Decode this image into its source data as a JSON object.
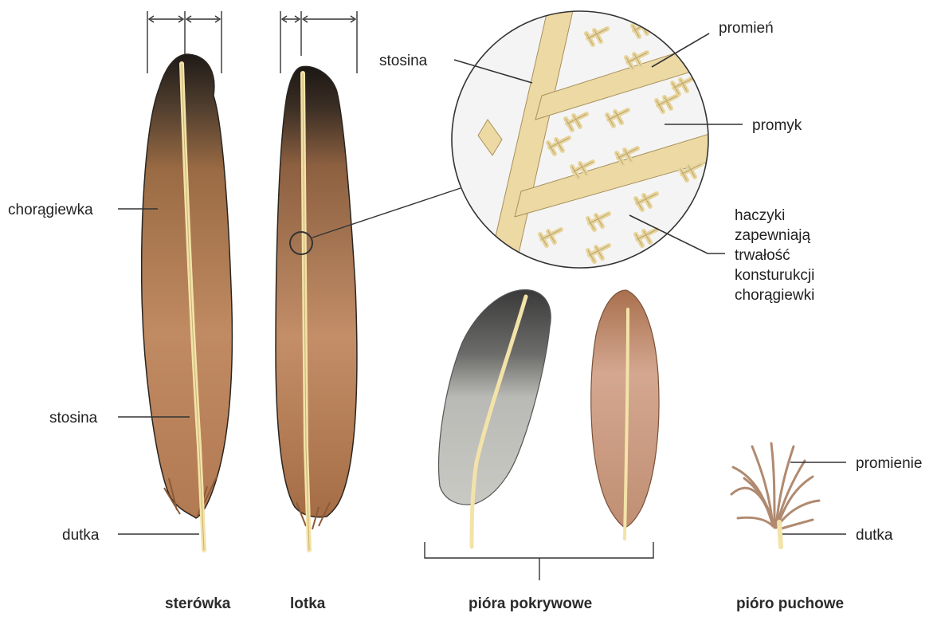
{
  "labels": {
    "choragiewka": "chorągiewka",
    "stosina_left": "stosina",
    "dutka_left": "dutka",
    "stosina_zoom": "stosina",
    "promien": "promień",
    "promyk": "promyk",
    "haczyki": [
      "haczyki",
      "zapewniają",
      "trwałość",
      "konsturukcji",
      "chorągiewki"
    ],
    "promienie": "promienie",
    "dutka_right": "dutka"
  },
  "captions": {
    "sterowka": "sterówka",
    "lotka": "lotka",
    "piora_pokrywowe": "pióra pokrywowe",
    "pioro_puchowe": "pióro puchowe"
  },
  "colors": {
    "vane_brown": "#b9825a",
    "vane_dark": "#2f2824",
    "rachis": "#f3e3a8",
    "zoom_bg": "#f4f4f4",
    "zoom_struct": "#ecd9a4",
    "gray_feather": "#b7b7b3",
    "pink_feather": "#c99a80"
  }
}
